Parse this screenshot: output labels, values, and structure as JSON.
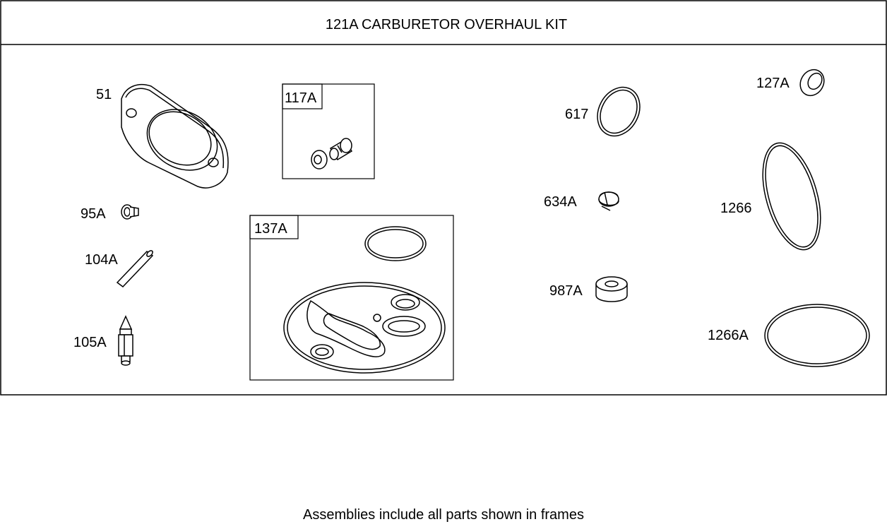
{
  "title": "121A CARBURETOR OVERHAUL KIT",
  "parts": {
    "p51": "51",
    "p95A": "95A",
    "p104A": "104A",
    "p105A": "105A",
    "p117A": "117A",
    "p137A": "137A",
    "p617": "617",
    "p634A": "634A",
    "p987A": "987A",
    "p127A": "127A",
    "p1266": "1266",
    "p1266A": "1266A"
  },
  "footer": "Assemblies include all parts shown in frames"
}
